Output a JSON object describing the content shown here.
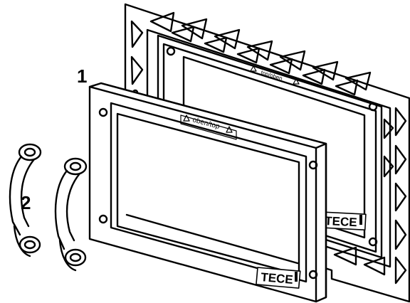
{
  "callouts": {
    "item_1": "1",
    "item_2": "2"
  },
  "brand": {
    "back_panel_logo": "TECE",
    "front_frame_logo": "TECE"
  },
  "markings": {
    "back_panel_text": "top/oben",
    "front_frame_text": "oben/top"
  },
  "colors": {
    "line": "#000000",
    "background": "#ffffff"
  }
}
